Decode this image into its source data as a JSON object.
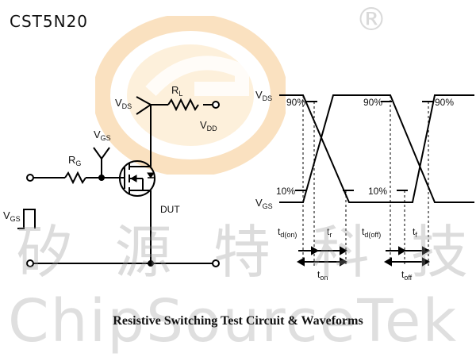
{
  "header": {
    "part_number": "CST5N20",
    "registered_mark": "®"
  },
  "watermark": {
    "chinese": [
      "矽",
      "源",
      "特",
      "科",
      "技"
    ],
    "english": "ChipSourceTek",
    "colors": {
      "ring": "#f6c88c",
      "inner": "#fbe3bd"
    }
  },
  "circuit": {
    "labels": {
      "vds": "V",
      "vds_sub": "DS",
      "rl": "R",
      "rl_sub": "L",
      "vdd": "V",
      "vdd_sub": "DD",
      "vgs_top": "V",
      "vgs_top_sub": "GS",
      "rg": "R",
      "rg_sub": "G",
      "dut": "DUT",
      "vgs_src": "V",
      "vgs_src_sub": "GS"
    }
  },
  "waveform": {
    "labels": {
      "vds": "V",
      "vds_sub": "DS",
      "vgs": "V",
      "vgs_sub": "GS",
      "p90_1": "90%",
      "p90_2": "90%",
      "p90_3": "90%",
      "p10_1": "10%",
      "p10_2": "10%",
      "tdon": "t",
      "tdon_sub": "d(on)",
      "tr": "t",
      "tr_sub": "r",
      "tdoff": "t",
      "tdoff_sub": "d(off)",
      "tf": "t",
      "tf_sub": "f",
      "ton": "t",
      "ton_sub": "on",
      "toff": "t",
      "toff_sub": "off"
    }
  },
  "caption": "Resistive Switching Test Circuit & Waveforms"
}
